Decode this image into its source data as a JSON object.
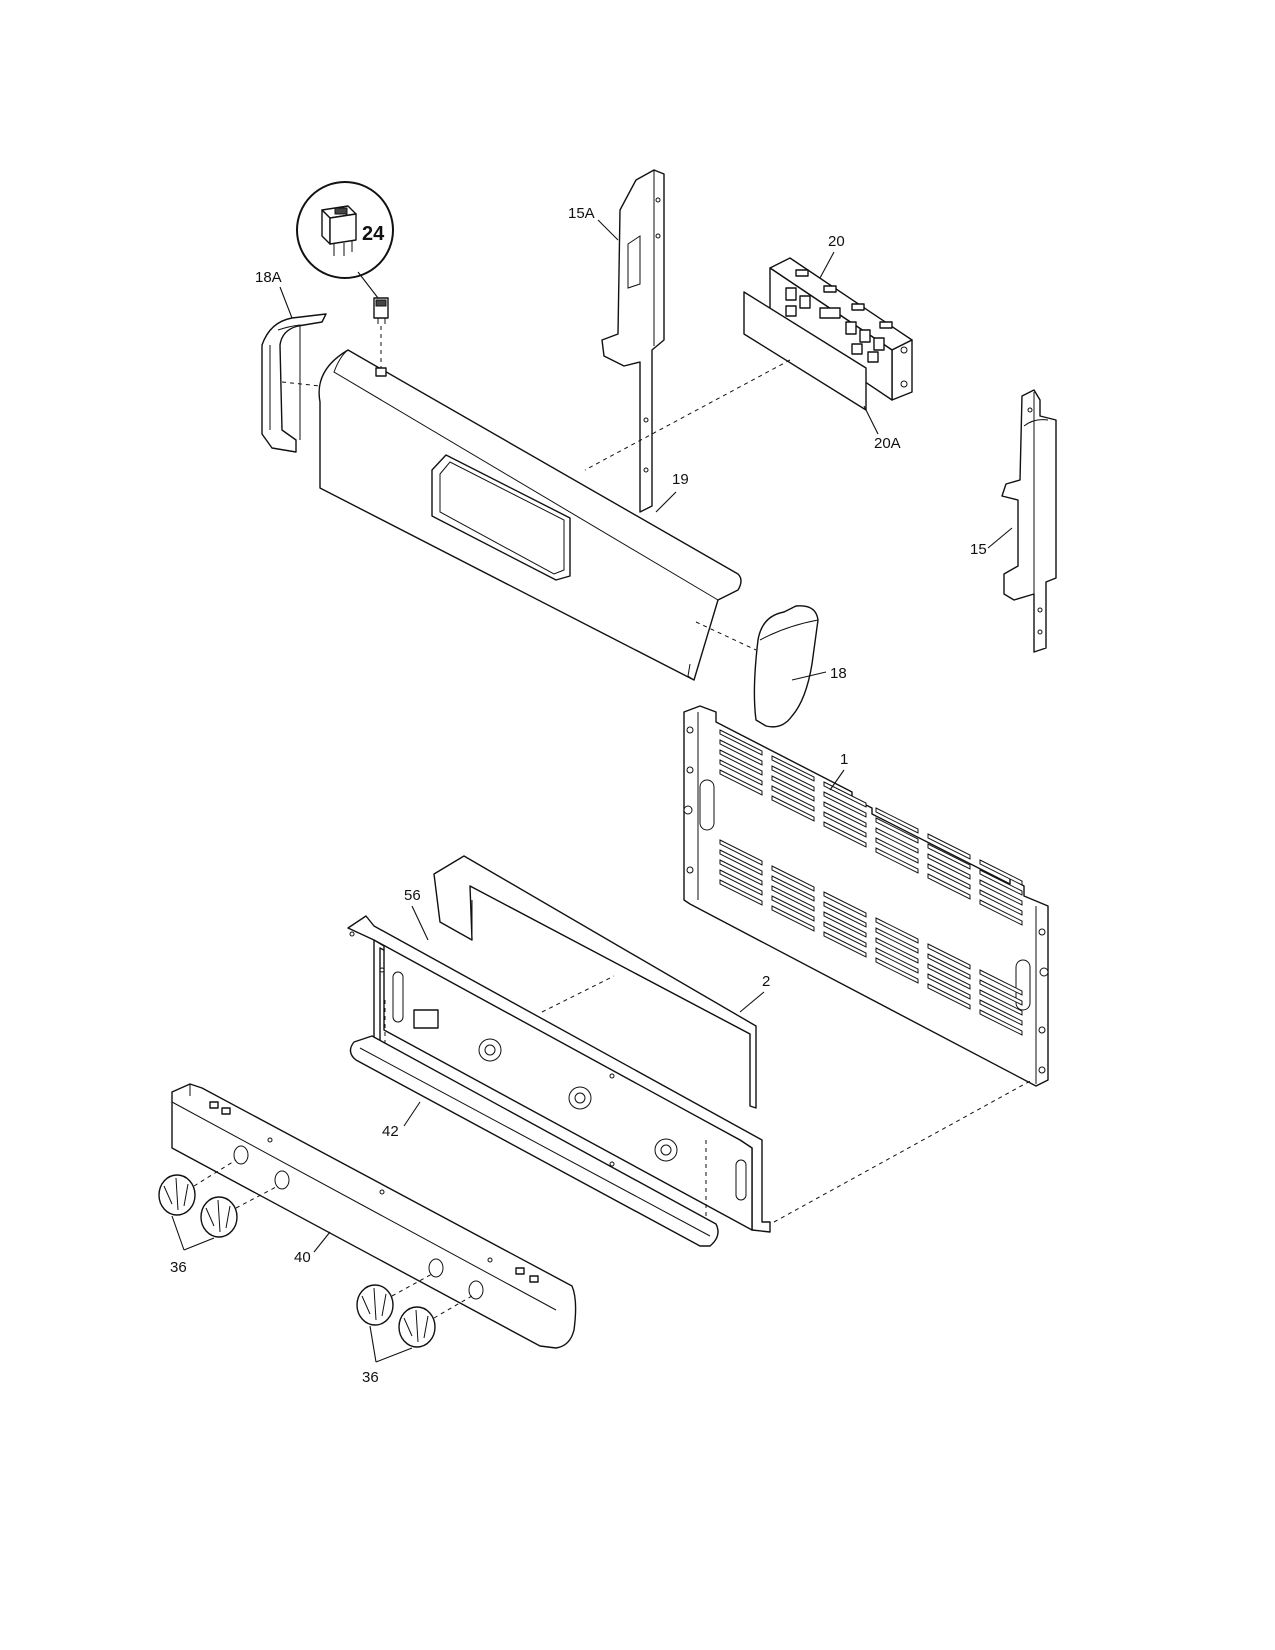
{
  "callouts": {
    "c24": "24",
    "c18A": "18A",
    "c15A": "15A",
    "c20": "20",
    "c20A": "20A",
    "c19": "19",
    "c15": "15",
    "c18": "18",
    "c1": "1",
    "c56": "56",
    "c2": "2",
    "c42": "42",
    "c36a": "36",
    "c40": "40",
    "c36b": "36"
  }
}
